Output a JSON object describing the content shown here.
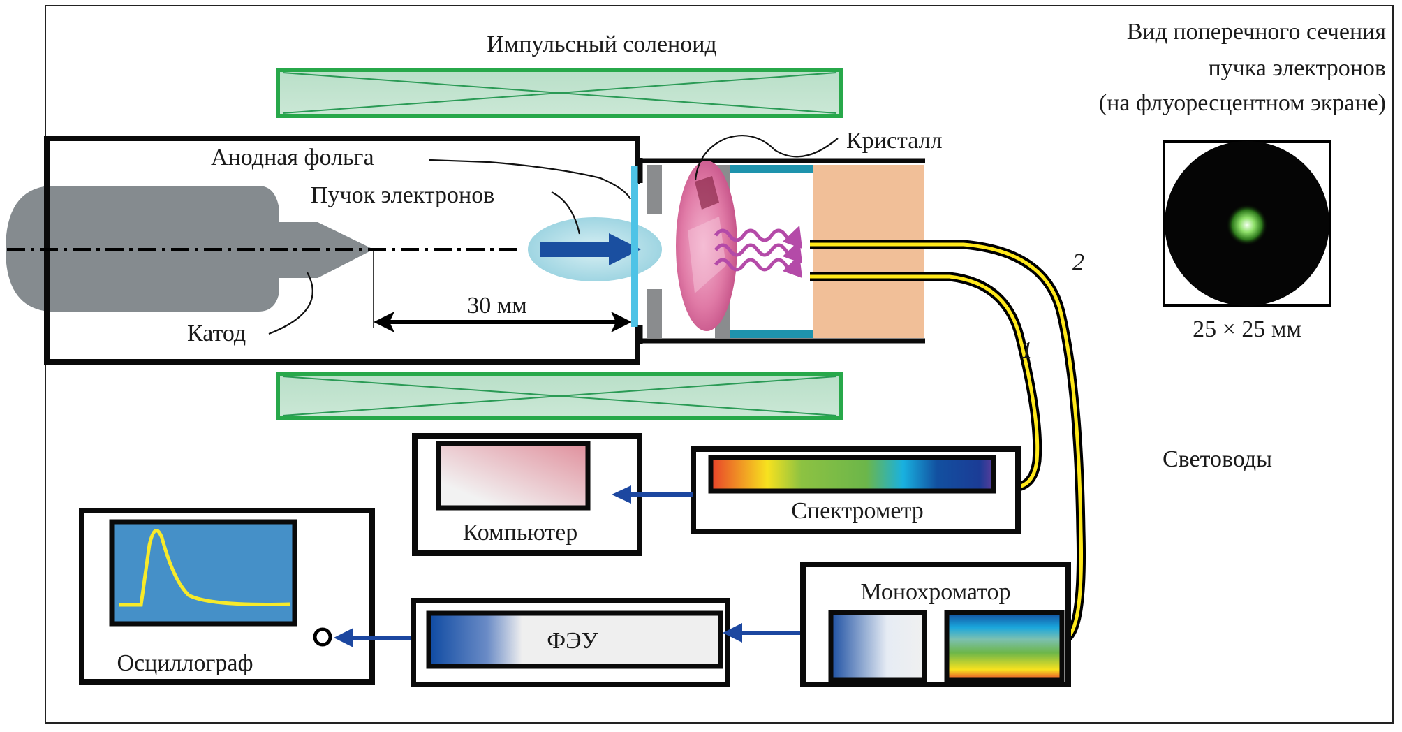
{
  "figure": {
    "solenoid_label": "Импульсный соленоид",
    "cross_section_title": [
      "Вид поперечного сечения",
      "пучка электронов",
      "(на флуоресцентном экране)"
    ],
    "beam_spot_size": "25 × 25 мм",
    "labels": {
      "anode_foil": "Анодная фольга",
      "electron_beam": "Пучок электронов",
      "cathode": "Катод",
      "distance": "30 мм",
      "crystal": "Кристалл",
      "light_guides": "Световоды",
      "fiber_1": "1",
      "fiber_2": "2"
    },
    "instruments": {
      "computer": "Компьютер",
      "spectrometer": "Спектрометр",
      "oscilloscope": "Осциллограф",
      "pmt": "ФЭУ",
      "monochromator": "Монохроматор"
    },
    "colors": {
      "solenoid_fill": "#c3e3d0",
      "solenoid_stroke": "#27a84a",
      "cathode": "#858b8f",
      "foil": "#4ec3e6",
      "beam_halo": "#a9dbe6",
      "beam_arrow": "#1a4fa0",
      "crystal": "#e07aa6",
      "radiation": "#b44aa8",
      "holder_gray": "#8a8c8e",
      "holder_teal": "#1e93ad",
      "peach": "#f1bf98",
      "fiber_yellow": "#ffe81a",
      "signal_arrow": "#1c47a0",
      "scope_screen": "#4590c8",
      "scope_trace": "#f7ea2a"
    }
  }
}
